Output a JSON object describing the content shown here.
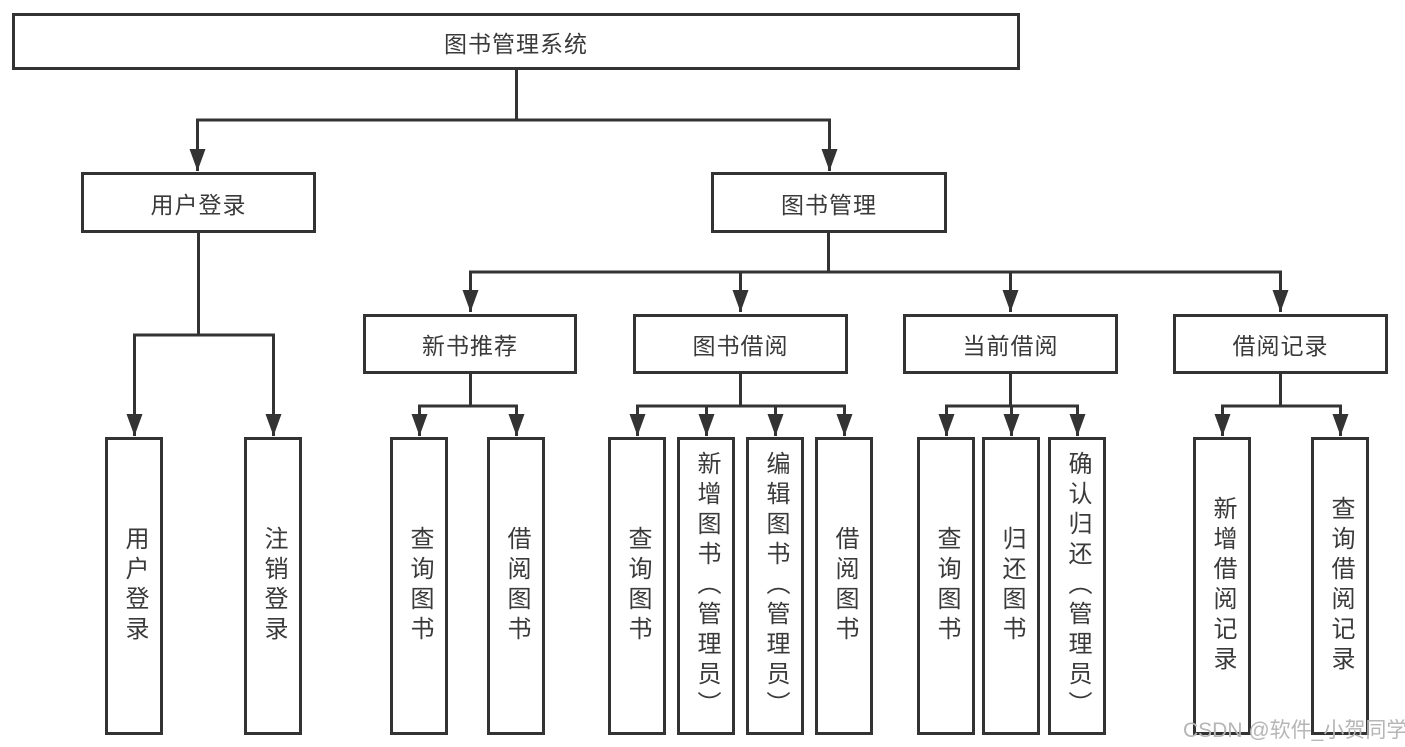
{
  "colors": {
    "line": "#333333",
    "text": "#3a3a3a",
    "box_background": "#ffffff",
    "watermark_text": "#b6b6b6"
  },
  "watermark": "CSDN @软件_小贺同学",
  "tree": {
    "label": "图书管理系统",
    "children": [
      {
        "label": "用户登录",
        "children": [
          {
            "label": "用户登录"
          },
          {
            "label": "注销登录"
          }
        ]
      },
      {
        "label": "图书管理",
        "children": [
          {
            "label": "新书推荐",
            "children": [
              {
                "label": "查询图书"
              },
              {
                "label": "借阅图书"
              }
            ]
          },
          {
            "label": "图书借阅",
            "children": [
              {
                "label": "查询图书"
              },
              {
                "label": "新增图书（管理员）"
              },
              {
                "label": "编辑图书（管理员）"
              },
              {
                "label": "借阅图书"
              }
            ]
          },
          {
            "label": "当前借阅",
            "children": [
              {
                "label": "查询图书"
              },
              {
                "label": "归还图书"
              },
              {
                "label": "确认归还（管理员）"
              }
            ]
          },
          {
            "label": "借阅记录",
            "children": [
              {
                "label": "新增借阅记录"
              },
              {
                "label": "查询借阅记录"
              }
            ]
          }
        ]
      }
    ]
  }
}
